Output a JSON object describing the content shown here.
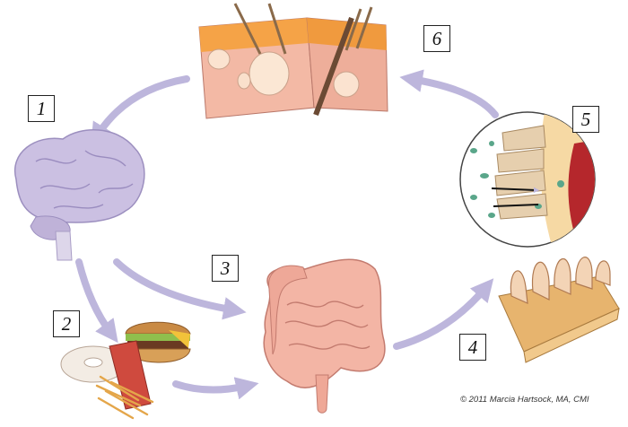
{
  "labels": [
    "1",
    "2",
    "3",
    "4",
    "5",
    "6"
  ],
  "copyright": "© 2011 Marcia Hartsock, MA, CMI",
  "colors": {
    "arrow": "#bdb6dc",
    "brain": "#c9bfe0",
    "skin": "#f0b5a2",
    "intestine": "#f2b2a4",
    "villi": "#e8b878",
    "blood_vessel": "#b5272c",
    "bacteria": "#5aa68a"
  },
  "icons": [
    "skin-section-icon",
    "brain-icon",
    "junk-food-icon",
    "intestine-icon",
    "intestinal-villi-icon",
    "magnified-gut-wall-icon"
  ]
}
